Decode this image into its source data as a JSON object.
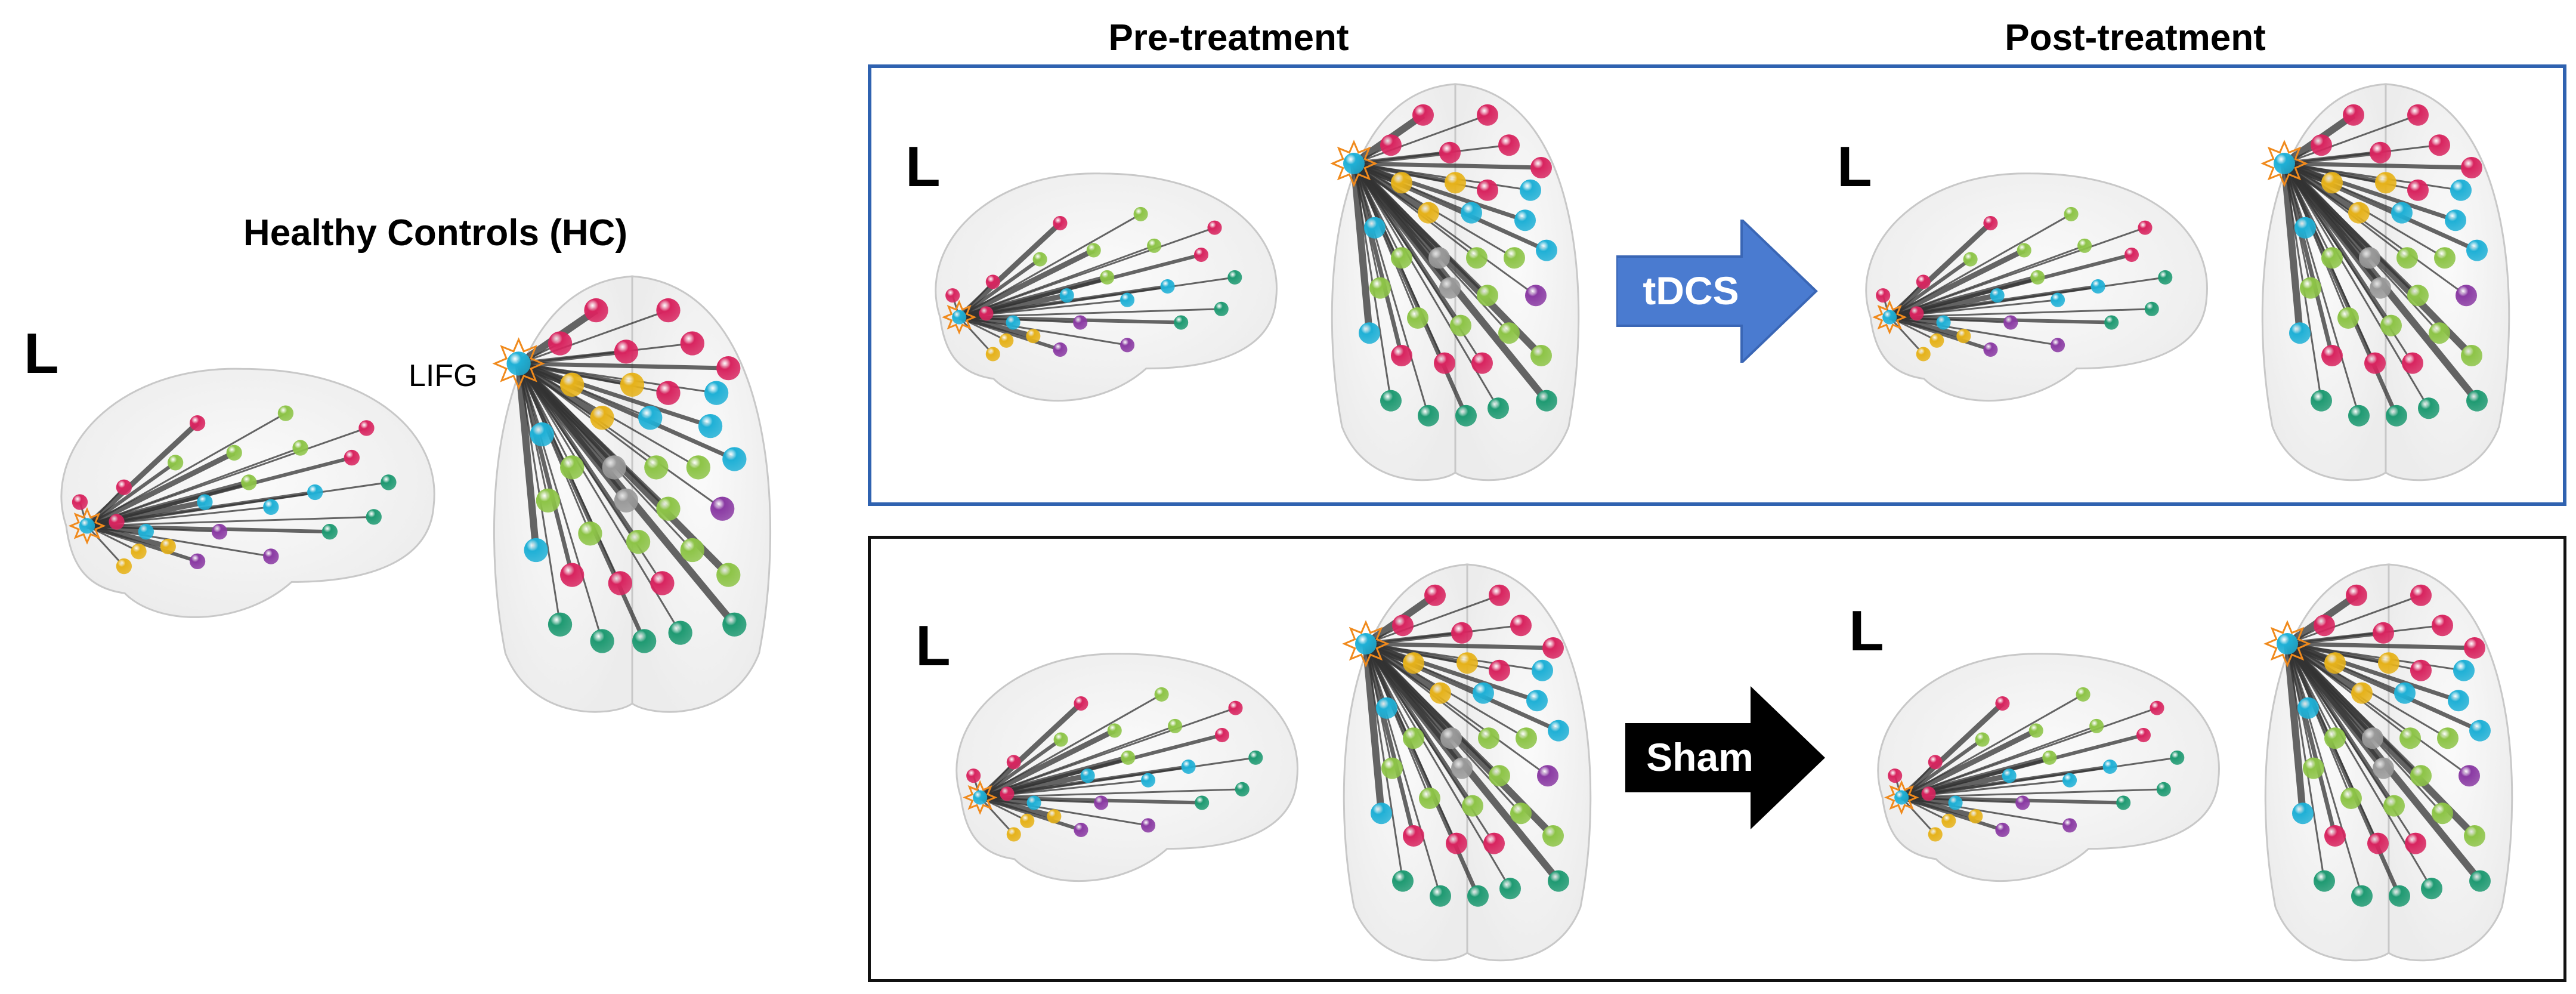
{
  "headings": {
    "healthy_controls": "Healthy Controls (HC)",
    "pre_treatment": "Pre-treatment",
    "post_treatment": "Post-treatment"
  },
  "hemisphere_label": "L",
  "seed_label": "LIFG",
  "arrows": {
    "tdcs": "tDCS",
    "sham": "Sham"
  },
  "colors": {
    "tdcs_border": "#2f62b0",
    "tdcs_arrow": "#4a7bd0",
    "sham_border": "#111111",
    "sham_arrow": "#000000",
    "node_red": "#d8245f",
    "node_cyan": "#1fb0d6",
    "node_lightgreen": "#8dc447",
    "node_green": "#1f9a72",
    "node_yellow": "#e6b21a",
    "node_purple": "#8a3aa3",
    "node_gray": "#9a9a9a",
    "seed_marker": "#f08a1c"
  }
}
